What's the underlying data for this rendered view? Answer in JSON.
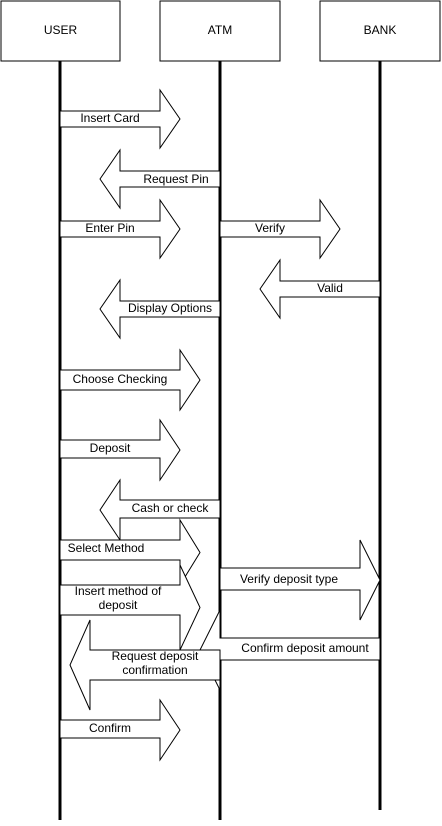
{
  "participants": [
    {
      "id": "user",
      "label": "USER"
    },
    {
      "id": "atm",
      "label": "ATM"
    },
    {
      "id": "bank",
      "label": "BANK"
    }
  ],
  "messages": [
    {
      "from": "user",
      "to": "atm",
      "lines": [
        "Insert Card"
      ]
    },
    {
      "from": "atm",
      "to": "user",
      "lines": [
        "Request Pin"
      ]
    },
    {
      "from": "user",
      "to": "atm",
      "lines": [
        "Enter Pin"
      ]
    },
    {
      "from": "atm",
      "to": "bank",
      "lines": [
        "Verify"
      ]
    },
    {
      "from": "bank",
      "to": "atm",
      "lines": [
        "Valid"
      ]
    },
    {
      "from": "atm",
      "to": "user",
      "lines": [
        "Display Options"
      ]
    },
    {
      "from": "user",
      "to": "atm",
      "lines": [
        "Choose Checking"
      ]
    },
    {
      "from": "user",
      "to": "atm",
      "lines": [
        "Deposit"
      ]
    },
    {
      "from": "atm",
      "to": "user",
      "lines": [
        "Cash or check"
      ]
    },
    {
      "from": "user",
      "to": "atm",
      "lines": [
        "Select Method"
      ]
    },
    {
      "from": "user",
      "to": "atm",
      "lines": [
        "Insert method of",
        "deposit"
      ]
    },
    {
      "from": "atm",
      "to": "bank",
      "lines": [
        "Verify deposit type"
      ]
    },
    {
      "from": "bank",
      "to": "atm",
      "lines": [
        "Confirm deposit amount"
      ]
    },
    {
      "from": "atm",
      "to": "user",
      "lines": [
        "Request deposit",
        "confirmation"
      ]
    },
    {
      "from": "user",
      "to": "atm",
      "lines": [
        "Confirm"
      ]
    }
  ]
}
